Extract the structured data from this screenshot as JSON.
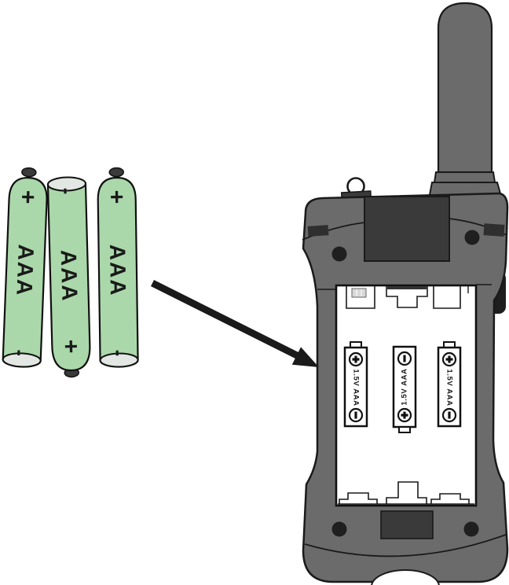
{
  "diagram": {
    "loose_batteries": [
      {
        "label": "AAA",
        "top_terminal": "+",
        "bottom_terminal": "-"
      },
      {
        "label": "AAA",
        "top_terminal": "-",
        "bottom_terminal": "+"
      },
      {
        "label": "AAA",
        "top_terminal": "+",
        "bottom_terminal": "-"
      }
    ],
    "compartment_slots": [
      {
        "label": "1.5V AAA",
        "top_terminal_icon": "plus-in-circle",
        "bottom_terminal_icon": "minus-in-circle"
      },
      {
        "label": "1.5V AAA",
        "top_terminal_icon": "minus-in-circle",
        "bottom_terminal_icon": "plus-in-circle"
      },
      {
        "label": "1.5V AAA",
        "top_terminal_icon": "plus-in-circle",
        "bottom_terminal_icon": "minus-in-circle"
      }
    ],
    "colors": {
      "battery_green": "#abd8ab",
      "battery_end_gray": "#e3e7e3",
      "body_gray": "#6b6b6b",
      "dark_accent": "#3a3a3a",
      "outline_black": "#1a1a1a",
      "compartment_white": "#ffffff"
    }
  }
}
